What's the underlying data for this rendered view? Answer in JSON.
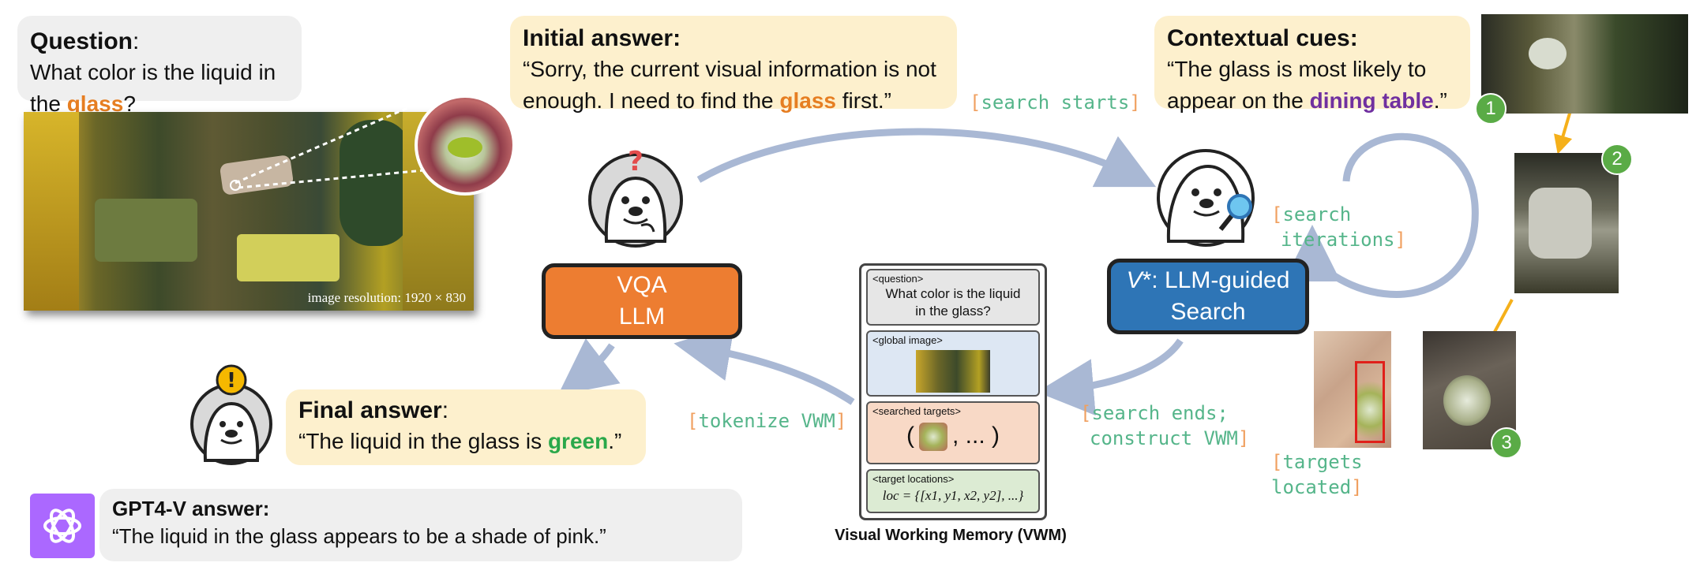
{
  "question": {
    "title": "Question",
    "colon": ":",
    "pre": "What color is the liquid in the ",
    "highlight": "glass",
    "post": "?"
  },
  "image_caption": "image resolution: 1920 × 830",
  "initial_answer": {
    "title": "Initial answer:",
    "line1": "“Sorry, the current visual information is not",
    "line2_pre": "enough. I need to find the ",
    "line2_hl": "glass",
    "line2_post": " first.”"
  },
  "contextual_cues": {
    "title": "Contextual cues:",
    "line1": "“The glass is most likely to",
    "line2_pre": "appear on the ",
    "line2_hl": "dining table",
    "line2_post": ".”"
  },
  "final_answer": {
    "title": "Final answer",
    "colon": ":",
    "pre": "“The liquid in the glass is ",
    "highlight": "green",
    "post": ".”"
  },
  "gpt4v": {
    "title": "GPT4-V answer:",
    "text": "“The liquid in the glass appears to be a shade of pink.”"
  },
  "vqa_node": {
    "line1": "VQA",
    "line2": "LLM"
  },
  "search_node": {
    "line1_italic": "V",
    "line1_rest": "*: LLM-guided",
    "line2": "Search"
  },
  "labels": {
    "search_starts": "search starts",
    "search_iterations_1": "search",
    "search_iterations_2": "iterations",
    "search_ends_1": "search ends;",
    "search_ends_2": "construct VWM",
    "tokenize": "tokenize VWM",
    "targets_1": "targets",
    "targets_2": "located",
    "open": "[",
    "close": "]"
  },
  "vwm": {
    "title": "Visual Working Memory (VWM)",
    "question_tag": "<question>",
    "question_text_1": "What color is the liquid",
    "question_text_2": "in the glass?",
    "global_tag": "<global image>",
    "targets_tag": "<searched targets>",
    "targets_text_open": "(",
    "targets_text_close": ", ... )",
    "locations_tag": "<target locations>",
    "locations_text": "loc = {[x1, y1, x2, y2], ...}"
  },
  "steps": [
    "1",
    "2",
    "3"
  ],
  "colors": {
    "vqa": "#ed7d31",
    "search": "#2e75b6",
    "arrow": "#a9b8d4",
    "orange_arrow": "#f5b01a",
    "bubble_grey": "#efefef",
    "bubble_yellow": "#fdf0cd"
  },
  "icons": {
    "question_seal": "seal-question-icon",
    "search_seal": "seal-magnifier-icon",
    "answer_seal": "seal-exclamation-icon",
    "openai": "openai-logo-icon"
  }
}
